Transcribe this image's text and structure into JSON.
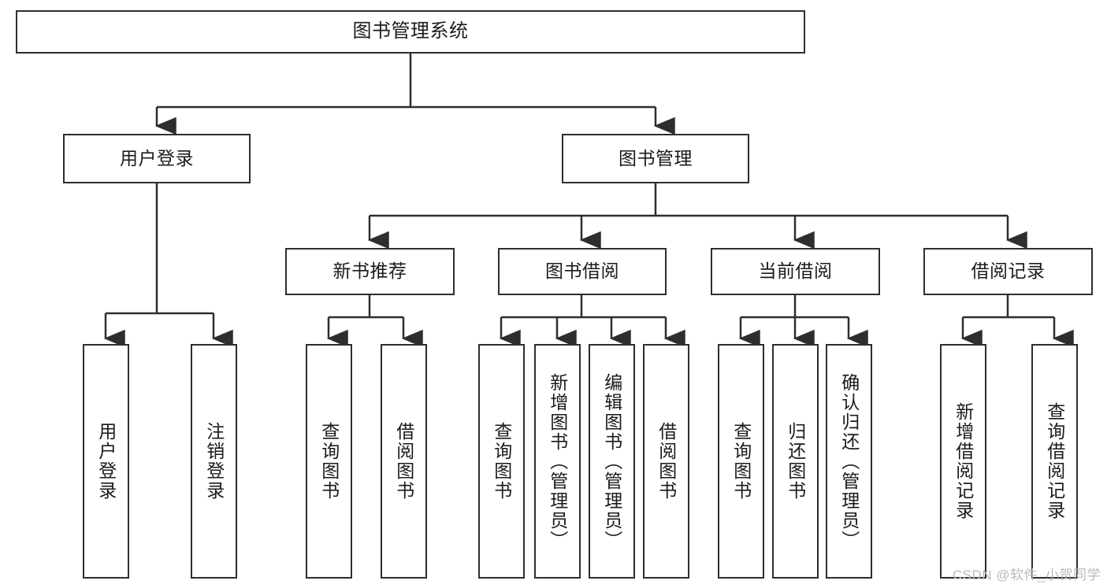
{
  "diagram": {
    "title": "图书管理系统",
    "type": "tree-hierarchy",
    "background_color": "#ffffff",
    "border_color": "#2e2e2e",
    "text_color": "#1b1b1b"
  },
  "nodes": {
    "root": {
      "label": "图书管理系统"
    },
    "level1": [
      {
        "label": "用户登录"
      },
      {
        "label": "图书管理"
      }
    ],
    "level2": [
      {
        "label": "新书推荐"
      },
      {
        "label": "图书借阅"
      },
      {
        "label": "当前借阅"
      },
      {
        "label": "借阅记录"
      }
    ],
    "leaves_user_login": [
      {
        "label": "用户登录"
      },
      {
        "label": "注销登录"
      }
    ],
    "leaves_new_book": [
      {
        "label": "查询图书"
      },
      {
        "label": "借阅图书"
      }
    ],
    "leaves_book_borrow": [
      {
        "label": "查询图书"
      },
      {
        "label": "新增图书（管理员）"
      },
      {
        "label": "编辑图书（管理员）"
      },
      {
        "label": "借阅图书"
      }
    ],
    "leaves_current_borrow": [
      {
        "label": "查询图书"
      },
      {
        "label": "归还图书"
      },
      {
        "label": "确认归还（管理员）"
      }
    ],
    "leaves_borrow_record": [
      {
        "label": "新增借阅记录"
      },
      {
        "label": "查询借阅记录"
      }
    ]
  },
  "watermark": {
    "text": "CSDN @软件_小贺同学"
  }
}
